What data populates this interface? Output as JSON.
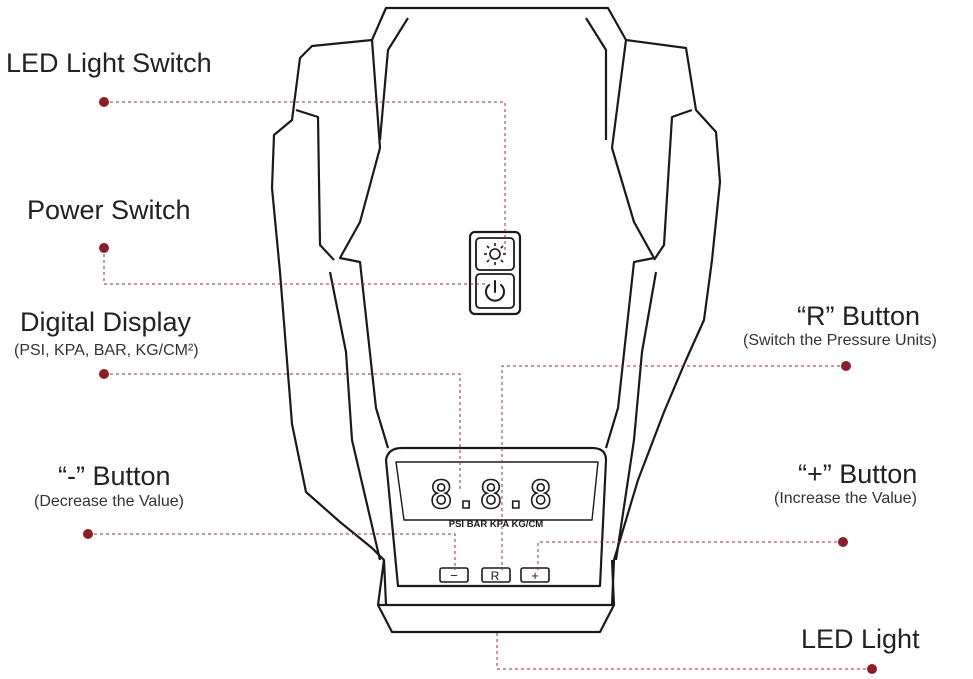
{
  "colors": {
    "leader": "#9b2c31",
    "dot": "#8b1e2b",
    "outline": "#1a1a1a",
    "text": "#222222"
  },
  "labels": {
    "led_switch": "LED Light Switch",
    "power_switch": "Power Switch",
    "digital_display": "Digital Display",
    "digital_display_sub": "(PSI, KPA, BAR, KG/CM²)",
    "minus_button": "“-” Button",
    "minus_button_sub": "(Decrease the Value)",
    "r_button": "“R” Button",
    "r_button_sub": "(Switch the Pressure Units)",
    "plus_button": "“+” Button",
    "plus_button_sub": "(Increase the Value)",
    "led_light": "LED Light"
  },
  "device": {
    "display_digits": "8.8.8",
    "display_units": "PSI BAR KPA KG/CM",
    "key_minus": "−",
    "key_r": "R",
    "key_plus": "+",
    "icons": [
      "sun-icon",
      "power-icon"
    ]
  }
}
